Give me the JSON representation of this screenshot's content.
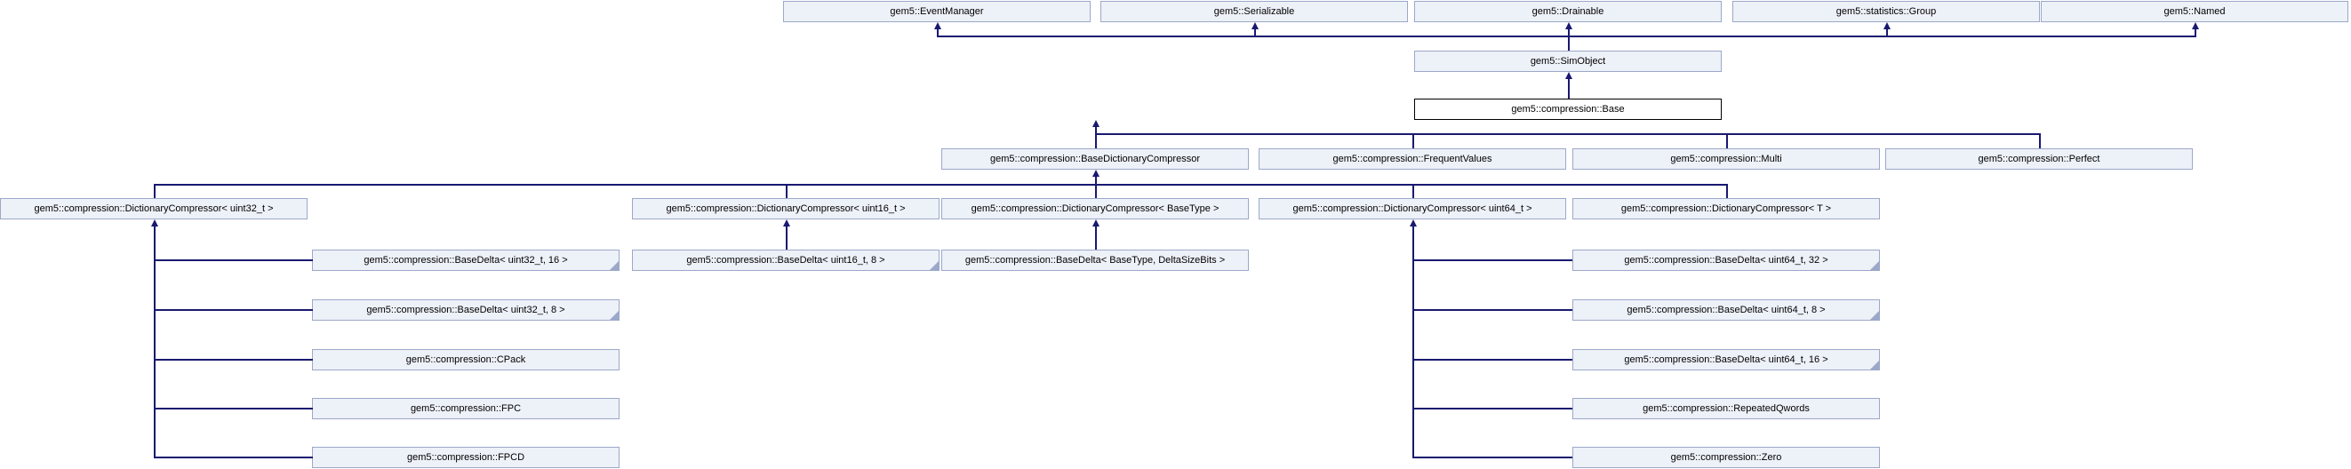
{
  "diagram": {
    "type": "class-inheritance-graph",
    "colors": {
      "edge": "#191970",
      "node_fill": "#EDF1F8",
      "node_border": "#9CA8C9",
      "highlight_fill": "#FFFFFF",
      "highlight_border": "#000000",
      "text": "#000000"
    }
  },
  "nodes": [
    {
      "label": "gem5::EventManager"
    },
    {
      "label": "gem5::Serializable"
    },
    {
      "label": "gem5::Drainable"
    },
    {
      "label": "gem5::statistics::Group"
    },
    {
      "label": "gem5::Named"
    },
    {
      "label": "gem5::SimObject"
    },
    {
      "label": "gem5::compression::Base",
      "highlighted": true
    },
    {
      "label": "gem5::compression::BaseDictionaryCompressor"
    },
    {
      "label": "gem5::compression::FrequentValues"
    },
    {
      "label": "gem5::compression::Multi"
    },
    {
      "label": "gem5::compression::Perfect"
    },
    {
      "label": "gem5::compression::DictionaryCompressor< uint32_t >"
    },
    {
      "label": "gem5::compression::DictionaryCompressor< uint16_t >"
    },
    {
      "label": "gem5::compression::DictionaryCompressor< BaseType >"
    },
    {
      "label": "gem5::compression::DictionaryCompressor< uint64_t >"
    },
    {
      "label": "gem5::compression::DictionaryCompressor< T >"
    },
    {
      "label": "gem5::compression::BaseDelta< uint32_t, 16 >",
      "truncated": true
    },
    {
      "label": "gem5::compression::BaseDelta< uint16_t, 8 >",
      "truncated": true
    },
    {
      "label": "gem5::compression::BaseDelta< BaseType, DeltaSizeBits >"
    },
    {
      "label": "gem5::compression::BaseDelta< uint64_t, 32 >",
      "truncated": true
    },
    {
      "label": "gem5::compression::BaseDelta< uint32_t, 8 >",
      "truncated": true
    },
    {
      "label": "gem5::compression::BaseDelta< uint64_t, 8 >",
      "truncated": true
    },
    {
      "label": "gem5::compression::CPack"
    },
    {
      "label": "gem5::compression::BaseDelta< uint64_t, 16 >",
      "truncated": true
    },
    {
      "label": "gem5::compression::FPC"
    },
    {
      "label": "gem5::compression::RepeatedQwords"
    },
    {
      "label": "gem5::compression::FPCD"
    },
    {
      "label": "gem5::compression::Zero"
    }
  ],
  "edges": [
    {
      "child": "gem5::SimObject",
      "parent": "gem5::EventManager"
    },
    {
      "child": "gem5::SimObject",
      "parent": "gem5::Serializable"
    },
    {
      "child": "gem5::SimObject",
      "parent": "gem5::Drainable"
    },
    {
      "child": "gem5::SimObject",
      "parent": "gem5::statistics::Group"
    },
    {
      "child": "gem5::SimObject",
      "parent": "gem5::Named"
    },
    {
      "child": "gem5::compression::Base",
      "parent": "gem5::SimObject"
    },
    {
      "child": "gem5::compression::BaseDictionaryCompressor",
      "parent": "gem5::compression::Base"
    },
    {
      "child": "gem5::compression::FrequentValues",
      "parent": "gem5::compression::Base"
    },
    {
      "child": "gem5::compression::Multi",
      "parent": "gem5::compression::Base"
    },
    {
      "child": "gem5::compression::Perfect",
      "parent": "gem5::compression::Base"
    },
    {
      "child": "gem5::compression::DictionaryCompressor< uint32_t >",
      "parent": "gem5::compression::BaseDictionaryCompressor"
    },
    {
      "child": "gem5::compression::DictionaryCompressor< uint16_t >",
      "parent": "gem5::compression::BaseDictionaryCompressor"
    },
    {
      "child": "gem5::compression::DictionaryCompressor< BaseType >",
      "parent": "gem5::compression::BaseDictionaryCompressor"
    },
    {
      "child": "gem5::compression::DictionaryCompressor< uint64_t >",
      "parent": "gem5::compression::BaseDictionaryCompressor"
    },
    {
      "child": "gem5::compression::DictionaryCompressor< T >",
      "parent": "gem5::compression::BaseDictionaryCompressor"
    },
    {
      "child": "gem5::compression::BaseDelta< uint32_t, 16 >",
      "parent": "gem5::compression::DictionaryCompressor< uint32_t >"
    },
    {
      "child": "gem5::compression::BaseDelta< uint32_t, 8 >",
      "parent": "gem5::compression::DictionaryCompressor< uint32_t >"
    },
    {
      "child": "gem5::compression::CPack",
      "parent": "gem5::compression::DictionaryCompressor< uint32_t >"
    },
    {
      "child": "gem5::compression::FPC",
      "parent": "gem5::compression::DictionaryCompressor< uint32_t >"
    },
    {
      "child": "gem5::compression::FPCD",
      "parent": "gem5::compression::DictionaryCompressor< uint32_t >"
    },
    {
      "child": "gem5::compression::BaseDelta< uint16_t, 8 >",
      "parent": "gem5::compression::DictionaryCompressor< uint16_t >"
    },
    {
      "child": "gem5::compression::BaseDelta< BaseType, DeltaSizeBits >",
      "parent": "gem5::compression::DictionaryCompressor< BaseType >"
    },
    {
      "child": "gem5::compression::BaseDelta< uint64_t, 32 >",
      "parent": "gem5::compression::DictionaryCompressor< uint64_t >"
    },
    {
      "child": "gem5::compression::BaseDelta< uint64_t, 8 >",
      "parent": "gem5::compression::DictionaryCompressor< uint64_t >"
    },
    {
      "child": "gem5::compression::BaseDelta< uint64_t, 16 >",
      "parent": "gem5::compression::DictionaryCompressor< uint64_t >"
    },
    {
      "child": "gem5::compression::RepeatedQwords",
      "parent": "gem5::compression::DictionaryCompressor< uint64_t >"
    },
    {
      "child": "gem5::compression::Zero",
      "parent": "gem5::compression::DictionaryCompressor< uint64_t >"
    }
  ]
}
